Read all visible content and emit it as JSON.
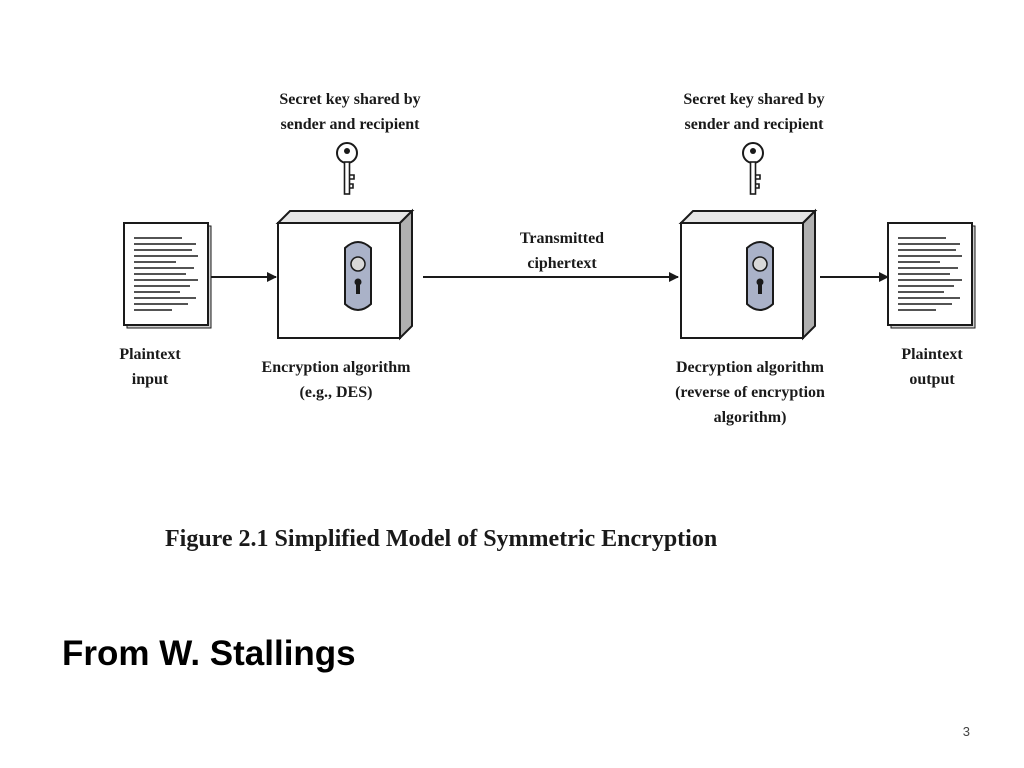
{
  "diagram": {
    "key_label_left": [
      "Secret key shared by",
      "sender and recipient"
    ],
    "key_label_right": [
      "Secret key shared by",
      "sender and recipient"
    ],
    "plaintext_input": [
      "Plaintext",
      "input"
    ],
    "encryption": [
      "Encryption algorithm",
      "(e.g., DES)"
    ],
    "transmitted": [
      "Transmitted",
      "ciphertext"
    ],
    "decryption": [
      "Decryption algorithm",
      "(reverse of encryption",
      "algorithm)"
    ],
    "plaintext_output": [
      "Plaintext",
      "output"
    ]
  },
  "caption": "Figure 2.1  Simplified Model of Symmetric Encryption",
  "attribution": "From W. Stallings",
  "page_number": "3",
  "colors": {
    "lock_plate": "#aab2c8",
    "box_side": "#b0b0b0",
    "ink": "#1a1a1a"
  }
}
